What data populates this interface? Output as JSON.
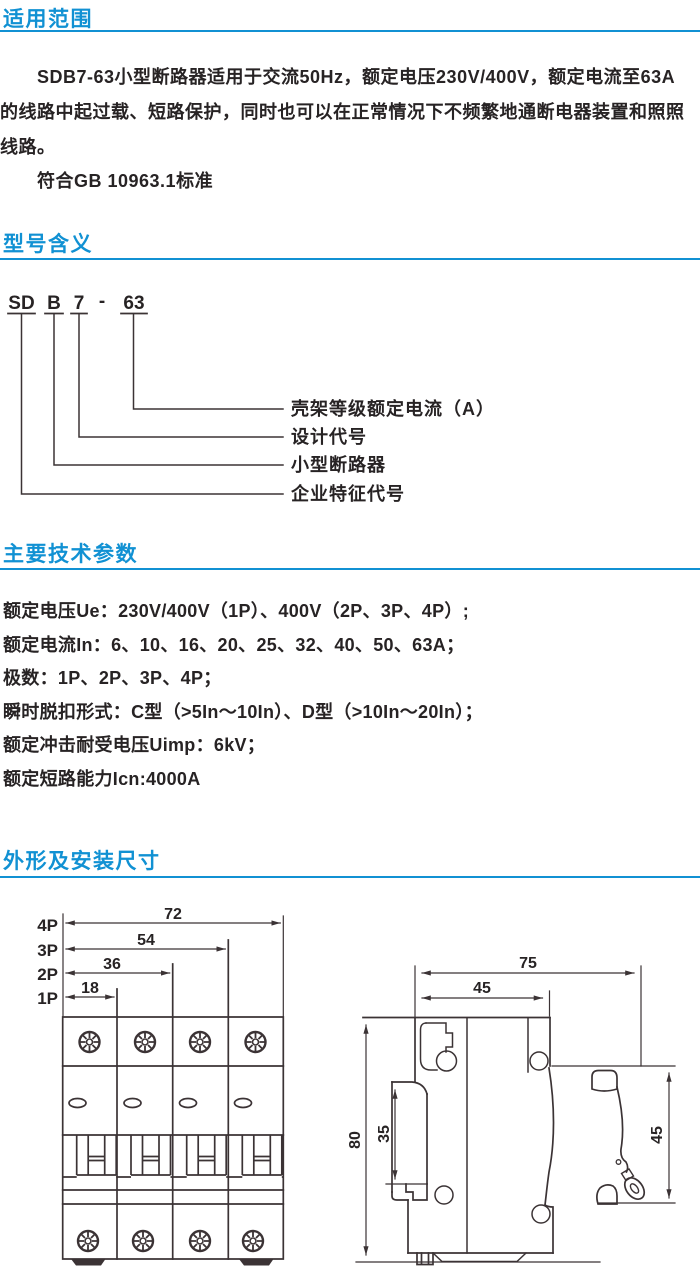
{
  "page": {
    "accent_color": "#1191d3",
    "text_color": "#272324",
    "drawing_line_color": "#3b3335"
  },
  "scope": {
    "heading": "适用范围",
    "paragraph_lines": [
      "SDB7-63小型断路器适用于交流50Hz，额定电压230V/400V，额定电流至63A",
      "的线路中起过载、短路保护，同时也可以在正常情况下不频繁地通断电器装置和照照",
      "线路。"
    ],
    "standard_note": "符合GB 10963.1标准"
  },
  "model": {
    "heading": "型号含义",
    "code_parts": [
      "SD",
      "B",
      "7",
      "-",
      "63"
    ],
    "labels": [
      "壳架等级额定电流（A）",
      "设计代号",
      "小型断路器",
      "企业特征代号"
    ]
  },
  "specs": {
    "heading": "主要技术参数",
    "items": [
      "额定电压Ue：230V/400V（1P）、400V（2P、3P、4P）;",
      "额定电流In：6、10、16、20、25、32、40、50、63A；",
      "极数：1P、2P、3P、4P；",
      "瞬时脱扣形式：C型（>5In～10In）、D型（>10In～20In）；",
      "额定冲击耐受电压Uimp：6kV；",
      "额定短路能力Icn:4000A"
    ]
  },
  "dimensions": {
    "heading": "外形及安装尺寸",
    "front_view": {
      "pole_labels": [
        "4P",
        "3P",
        "2P",
        "1P"
      ],
      "width_dims": [
        "72",
        "54",
        "36",
        "18"
      ]
    },
    "side_view": {
      "total_width": "75",
      "body_width": "45",
      "height": "80",
      "rail_slot_height": "35",
      "front_height": "45"
    }
  }
}
